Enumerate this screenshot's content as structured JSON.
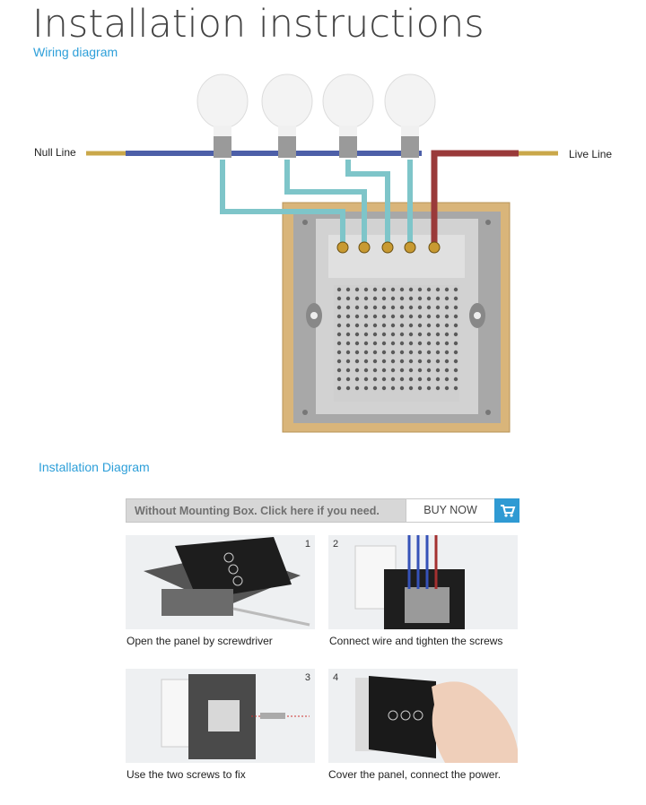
{
  "header": {
    "title": "Installation instructions",
    "subtitle": "Wiring diagram"
  },
  "wiring": {
    "null_line_label": "Null Line",
    "live_line_label": "Live Line",
    "colors": {
      "neutral_wire": "#4d5fa8",
      "live_wire": "#9a3a3a",
      "load_wire": "#7ec5c9",
      "frame": "#d9b57a",
      "body": "#c8c8c8"
    }
  },
  "installation": {
    "title": "Installation Diagram",
    "banner_text": "Without Mounting Box. Click here if you need.",
    "buy_label": "BUY NOW",
    "steps": [
      {
        "number": "1",
        "caption": "Open the panel by screwdriver"
      },
      {
        "number": "2",
        "caption": "Connect wire and tighten the screws"
      },
      {
        "number": "3",
        "caption": "Use the two screws to fix"
      },
      {
        "number": "4",
        "caption": "Cover the panel, connect the power."
      }
    ]
  }
}
